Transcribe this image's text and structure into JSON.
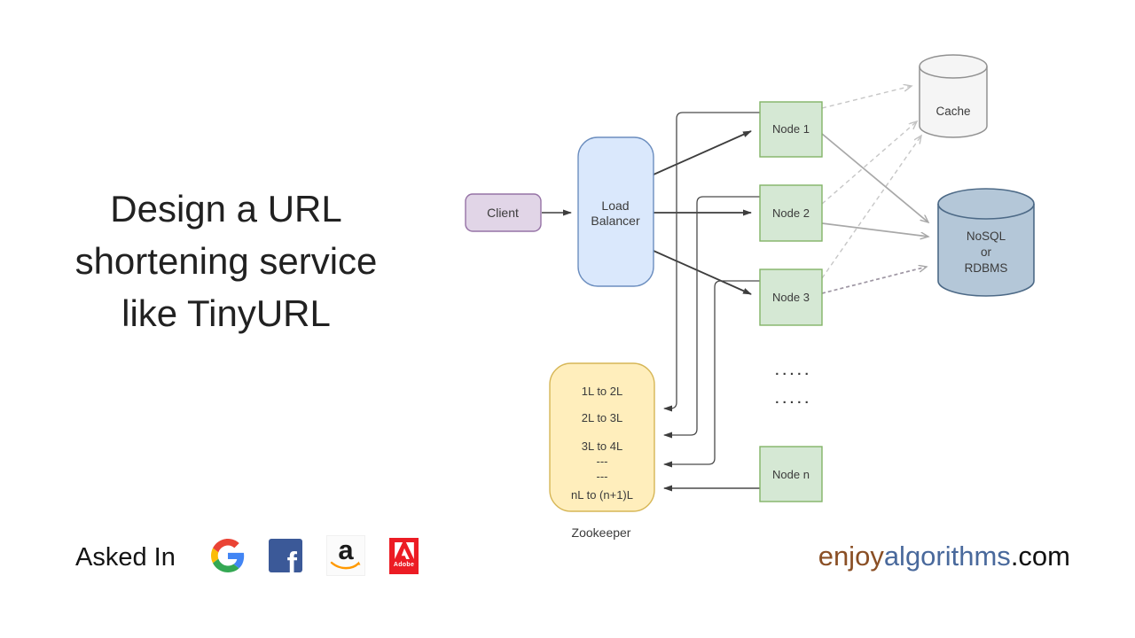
{
  "hero": {
    "title_lines": [
      "Design a URL",
      "shortening service",
      "like TinyURL"
    ]
  },
  "diagram": {
    "client": {
      "label": "Client"
    },
    "load_balancer": {
      "lines": [
        "Load",
        "Balancer"
      ]
    },
    "nodes": [
      "Node 1",
      "Node 2",
      "Node 3"
    ],
    "node_n_label": "Node n",
    "ellipsis_rows": [
      ". . . . .",
      ". . . . ."
    ],
    "zookeeper": {
      "caption": "Zookeeper",
      "ranges": [
        "1L to 2L",
        "2L to 3L",
        "3L to 4L",
        "---",
        "---",
        "nL to (n+1)L"
      ]
    },
    "cache": {
      "label": "Cache"
    },
    "database": {
      "lines": [
        "NoSQL",
        "or",
        "RDBMS"
      ]
    },
    "colors": {
      "client_fill": "#e1d5e7",
      "client_stroke": "#9673a6",
      "load_balancer_fill": "#dae8fc",
      "load_balancer_stroke": "#6c8ebf",
      "node_fill": "#d5e8d4",
      "node_stroke": "#82b366",
      "zookeeper_fill": "#ffeebc",
      "zookeeper_stroke": "#d6b656",
      "cache_fill": "#f5f5f5",
      "cache_stroke": "#919191",
      "database_fill": "#b4c7d8",
      "database_stroke": "#4d6a87",
      "arrow_dark": "#3d3d3d",
      "arrow_gray": "#a8a8a8",
      "arrow_light_dashed": "#c6c6c6"
    }
  },
  "footer": {
    "asked_in": "Asked In",
    "logos": [
      {
        "name": "google"
      },
      {
        "name": "facebook",
        "letter": "f"
      },
      {
        "name": "amazon",
        "letter": "a"
      },
      {
        "name": "adobe",
        "caption": "Adobe"
      }
    ],
    "site": {
      "enjoy": "enjoy",
      "algorithms": "algorithms",
      "tld": ".com"
    },
    "site_colors": {
      "enjoy": "#8a4f25",
      "algorithms": "#49699c",
      "tld": "#111111"
    }
  }
}
